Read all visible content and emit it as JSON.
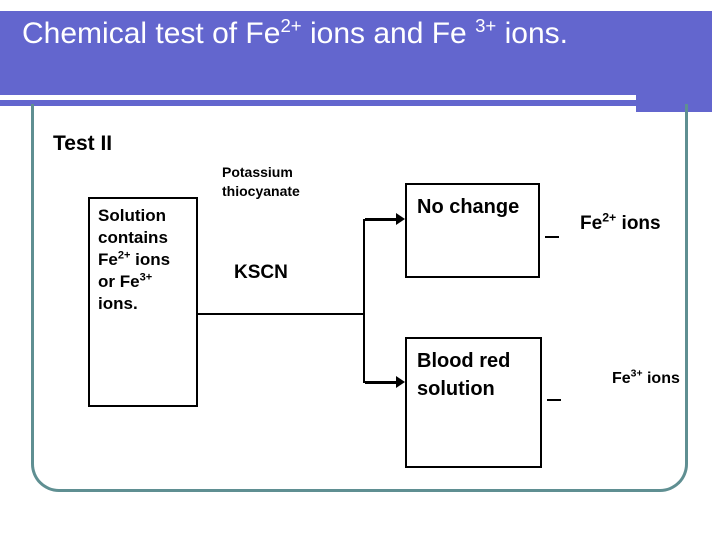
{
  "slide": {
    "title_plain": "Chemical test of Fe2+ ions and Fe 3+ ions.",
    "title_part1": "Chemical test of Fe",
    "title_sup1": "2+",
    "title_part2": " ions and Fe ",
    "title_sup2": "3+",
    "title_part3": " ions.",
    "banner_color": "#6366CE",
    "frame_color": "#5F8F92",
    "title_text_color": "#FFFFFF",
    "body_text_color": "#000000"
  },
  "diagram": {
    "test_label": "Test II",
    "reagent_name": "Potassium thiocyanate",
    "reagent_formula": "KSCN",
    "start_box": {
      "line1": "Solution",
      "line2": "contains",
      "line3_pre": "Fe",
      "line3_sup": "2+",
      "line3_post": " ions",
      "line4_pre": "or Fe",
      "line4_sup": "3+",
      "line5": "ions."
    },
    "outcome_top": {
      "box_text": "No change",
      "result_pre": "Fe",
      "result_sup": "2+",
      "result_post": " ions"
    },
    "outcome_bottom": {
      "box_text": "Blood red solution",
      "result_pre": "Fe",
      "result_sup": "3+",
      "result_post": " ions"
    }
  },
  "chart_data": {
    "type": "diagram",
    "title": "Chemical test of Fe2+ ions and Fe 3+ ions.",
    "nodes": [
      {
        "id": "start",
        "label": "Solution contains Fe2+ ions or Fe3+ ions."
      },
      {
        "id": "outcome-no-change",
        "label": "No change"
      },
      {
        "id": "outcome-blood-red",
        "label": "Blood red solution"
      },
      {
        "id": "result-fe2",
        "label": "Fe2+ ions"
      },
      {
        "id": "result-fe3",
        "label": "Fe3+ ions"
      }
    ],
    "edges": [
      {
        "from": "start",
        "to": "outcome-no-change",
        "label": "KSCN (Potassium thiocyanate)"
      },
      {
        "from": "start",
        "to": "outcome-blood-red",
        "label": "KSCN (Potassium thiocyanate)"
      },
      {
        "from": "outcome-no-change",
        "to": "result-fe2",
        "label": "-"
      },
      {
        "from": "outcome-blood-red",
        "to": "result-fe3",
        "label": "-"
      }
    ]
  }
}
